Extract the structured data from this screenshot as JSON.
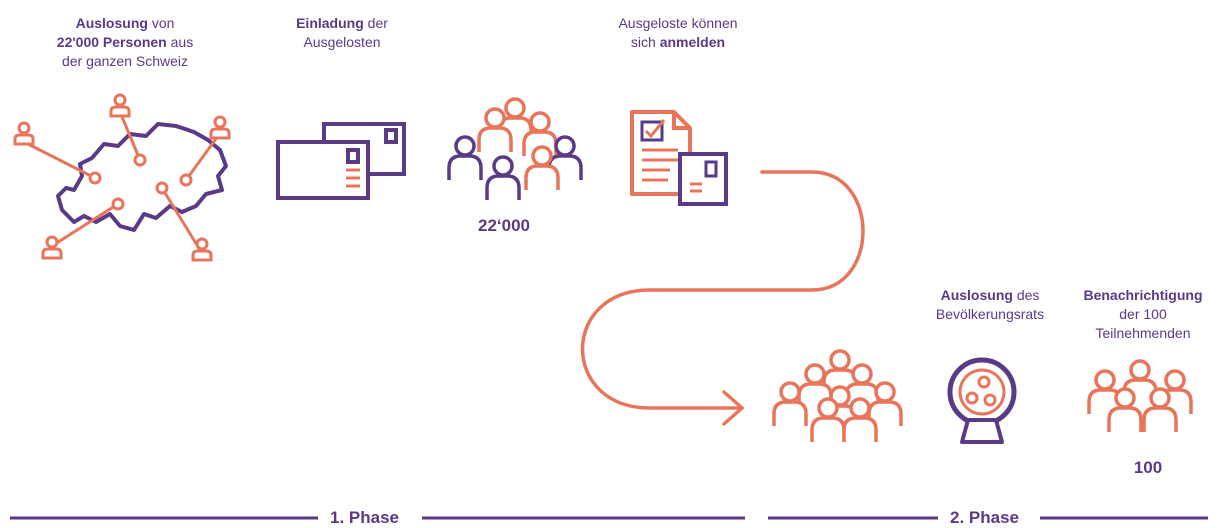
{
  "colors": {
    "purple": "#5a3a87",
    "orange": "#e8745a"
  },
  "steps": [
    {
      "bold": "Auslosung",
      "rest1": " von",
      "bold2": "22'000 Personen",
      "rest2": " aus",
      "line3": "der ganzen Schweiz"
    },
    {
      "bold": "Einladung",
      "rest1": " der",
      "line2": "Ausgelosten"
    },
    {
      "line1": "Ausgeloste können",
      "pre2": "sich ",
      "bold2": "anmelden"
    },
    {
      "bold": "Auslosung",
      "rest1": " des",
      "line2": "Bevölkerungsrats"
    },
    {
      "bold": "Benachrichtigung",
      "line2": "der 100",
      "line3": "Teilnehmenden"
    }
  ],
  "counts": {
    "registered": "22‘000",
    "participants": "100"
  },
  "phases": {
    "phase1": "1. Phase",
    "phase2": "2. Phase"
  },
  "icons": [
    "switzerland-map-icon",
    "envelopes-icon",
    "crowd-icon",
    "registration-form-icon",
    "crowd-icon",
    "lottery-drum-icon",
    "group-icon"
  ]
}
